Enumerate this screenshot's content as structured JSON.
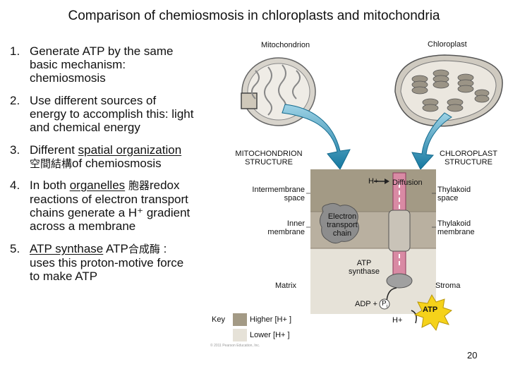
{
  "title": "Comparison of chemiosmosis in chloroplasts and mitochondria",
  "points": [
    {
      "num": "1.",
      "lines": [
        "Generate ATP by the same",
        "basic mechanism:",
        "chemiosmosis"
      ]
    },
    {
      "num": "2.",
      "lines": [
        "Use different sources of",
        "energy to accomplish this: light",
        "and chemical energy"
      ]
    },
    {
      "num": "3.",
      "line1_pre": "Different ",
      "line1_ul": "spatial organization",
      "line2_cjk": "空間結構",
      "line2_rest": "of chemiosmosis"
    },
    {
      "num": "4.",
      "line1_pre": "In both ",
      "line1_ul": "organelles",
      "line1_cjk": " 胞器",
      "line1_post": "redox",
      "lines_rest": [
        "reactions of electron transport",
        "chains generate a H⁺ gradient",
        "across a membrane"
      ]
    },
    {
      "num": "5.",
      "line1_ul": "ATP synthase",
      "line1_post": " ATP",
      "line1_cjk": "合成酶",
      "line1_end": " :",
      "lines_rest": [
        "uses this proton-motive force",
        "to make ATP"
      ]
    }
  ],
  "diagram": {
    "mito_label": "Mitochondrion",
    "chloro_label": "Chloroplast",
    "mito_structure": [
      "MITOCHONDRION",
      "STRUCTURE"
    ],
    "chloro_structure": [
      "CHLOROPLAST",
      "STRUCTURE"
    ],
    "intermembrane": [
      "Intermembrane",
      "space"
    ],
    "inner_membrane": [
      "Inner",
      "membrane"
    ],
    "matrix": "Matrix",
    "thylakoid_space": [
      "Thylakoid",
      "space"
    ],
    "thylakoid_membrane": [
      "Thylakoid",
      "membrane"
    ],
    "stroma": "Stroma",
    "electron_transport": [
      "Electron",
      "transport",
      "chain"
    ],
    "atp_synthase": [
      "ATP",
      "synthase"
    ],
    "h_top": "H+",
    "diffusion": "Diffusion",
    "h_bottom": "H+",
    "adp": "ADP +",
    "pi": "P",
    "pi_sub": "i",
    "atp": "ATP",
    "key_label": "Key",
    "higher": "Higher [H+ ]",
    "lower": "Lower [H+ ]",
    "copyright": "© 2011 Pearson Education, Inc.",
    "colors": {
      "higher": "#a39a85",
      "lower": "#e6e2d8",
      "membrane": "#b9b0a0",
      "atp_burst": "#f5d21a",
      "arrow": "#1f8fb0"
    }
  },
  "page_number": "20"
}
